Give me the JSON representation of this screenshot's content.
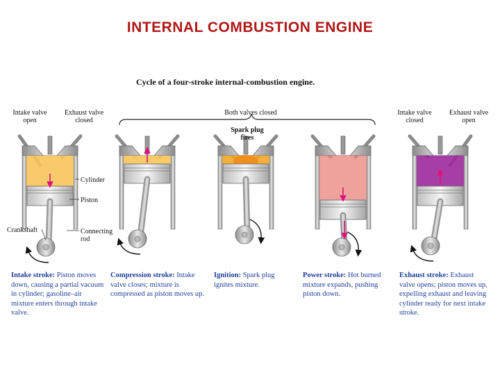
{
  "slide_title": "INTERNAL  COMBUSTION  ENGINE",
  "figure_title": "Cycle of a four-stroke internal-combustion engine.",
  "labels": {
    "intake_valve_open": "Intake valve\nopen",
    "exhaust_valve_closed": "Exhaust valve\nclosed",
    "both_valves_closed": "Both valves closed",
    "spark_plug_fires": "Spark plug\nfires",
    "intake_valve_closed": "Intake valve\nclosed",
    "exhaust_valve_open": "Exhaust valve\nopen",
    "cylinder": "Cylinder",
    "piston": "Piston",
    "crankshaft": "Crankshaft",
    "connecting_rod": "Connecting\nrod"
  },
  "strokes": [
    {
      "name": "Intake stroke:",
      "text": "Piston moves down, causing a partial vacuum in cylinder; gasoline–air mixture enters through intake valve.",
      "color": "#f7c45a"
    },
    {
      "name": "Compression stroke:",
      "text": "Intake valve closes; mixture is compressed as piston moves up.",
      "color": "#f7c45a"
    },
    {
      "name": "Ignition:",
      "text": "Spark plug ignites mixture.",
      "color": "#f2a623"
    },
    {
      "name": "Power stroke:",
      "text": "Hot burned mixture expands, pushing piston down.",
      "color": "#e8837a"
    },
    {
      "name": "Exhaust stroke:",
      "text": "Exhaust valve opens; piston moves up, expelling exhaust and leaving cylinder ready for next intake stroke.",
      "color": "#9b2a9b"
    }
  ],
  "colors": {
    "caption_text": "#1f3f9a",
    "title": "#b01818",
    "arrow": "#e0127a"
  }
}
